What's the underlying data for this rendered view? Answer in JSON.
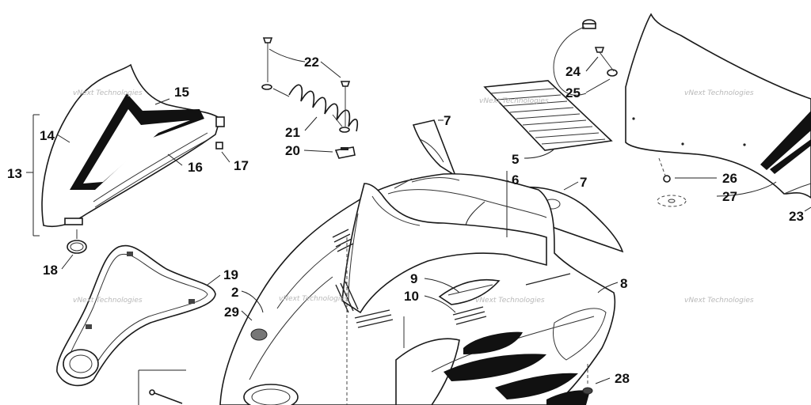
{
  "watermark_text": "vNext Technologies",
  "callouts": {
    "c2": "2",
    "c5": "5",
    "c6": "6",
    "c7a": "7",
    "c7b": "7",
    "c8": "8",
    "c9": "9",
    "c10": "10",
    "c13": "13",
    "c14": "14",
    "c15": "15",
    "c16": "16",
    "c17": "17",
    "c18": "18",
    "c19": "19",
    "c20": "20",
    "c21": "21",
    "c22": "22",
    "c23": "23",
    "c24": "24",
    "c25": "25",
    "c26": "26",
    "c27": "27",
    "c28": "28",
    "c29": "29"
  },
  "colors": {
    "line": "#1a1a1a",
    "background": "#ffffff",
    "watermark": "#b8b8b8"
  }
}
